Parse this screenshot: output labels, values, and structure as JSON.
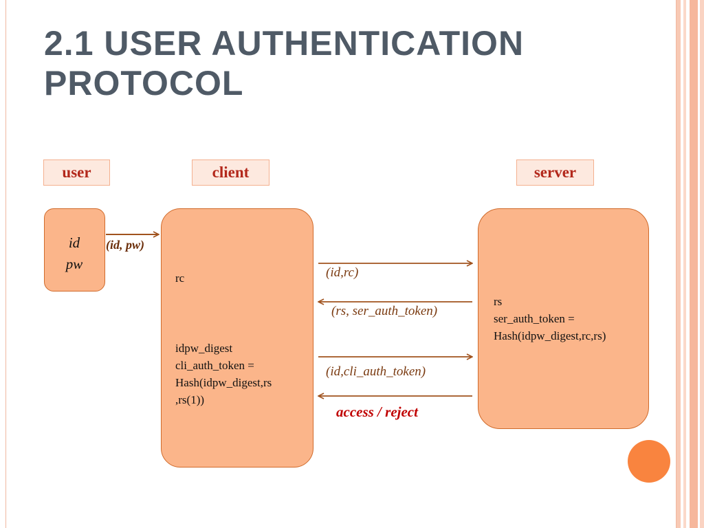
{
  "slide": {
    "title_line1": "2.1 USER AUTHENTICATION",
    "title_line2": "PROTOCOL"
  },
  "lanes": {
    "user": "user",
    "client": "client",
    "server": "server"
  },
  "nodes": {
    "user": {
      "line1": "id",
      "line2": "pw"
    },
    "client": {
      "rc": "rc",
      "digest": "idpw_digest",
      "token_eq": "cli_auth_token =",
      "hash1": "Hash(idpw_digest,rs",
      "hash2": ",rs(1))"
    },
    "server": {
      "rs": "rs",
      "token_eq": "ser_auth_token =",
      "hash": "Hash(idpw_digest,rc,rs)"
    }
  },
  "messages": {
    "id_pw": "(id, pw)",
    "id_rc": "(id,rc)",
    "rs_token": "(rs, ser_auth_token)",
    "id_cli_token": "(id,cli_auth_token)",
    "access_reject": "access / reject"
  },
  "colors": {
    "title": "#4f5a66",
    "lane_label": "#b3281b",
    "node_fill": "#fbb58a",
    "node_border": "#d06a2a",
    "arrow": "#a0521d",
    "access_reject": "#c00000",
    "accent_circle": "#f9843f"
  }
}
